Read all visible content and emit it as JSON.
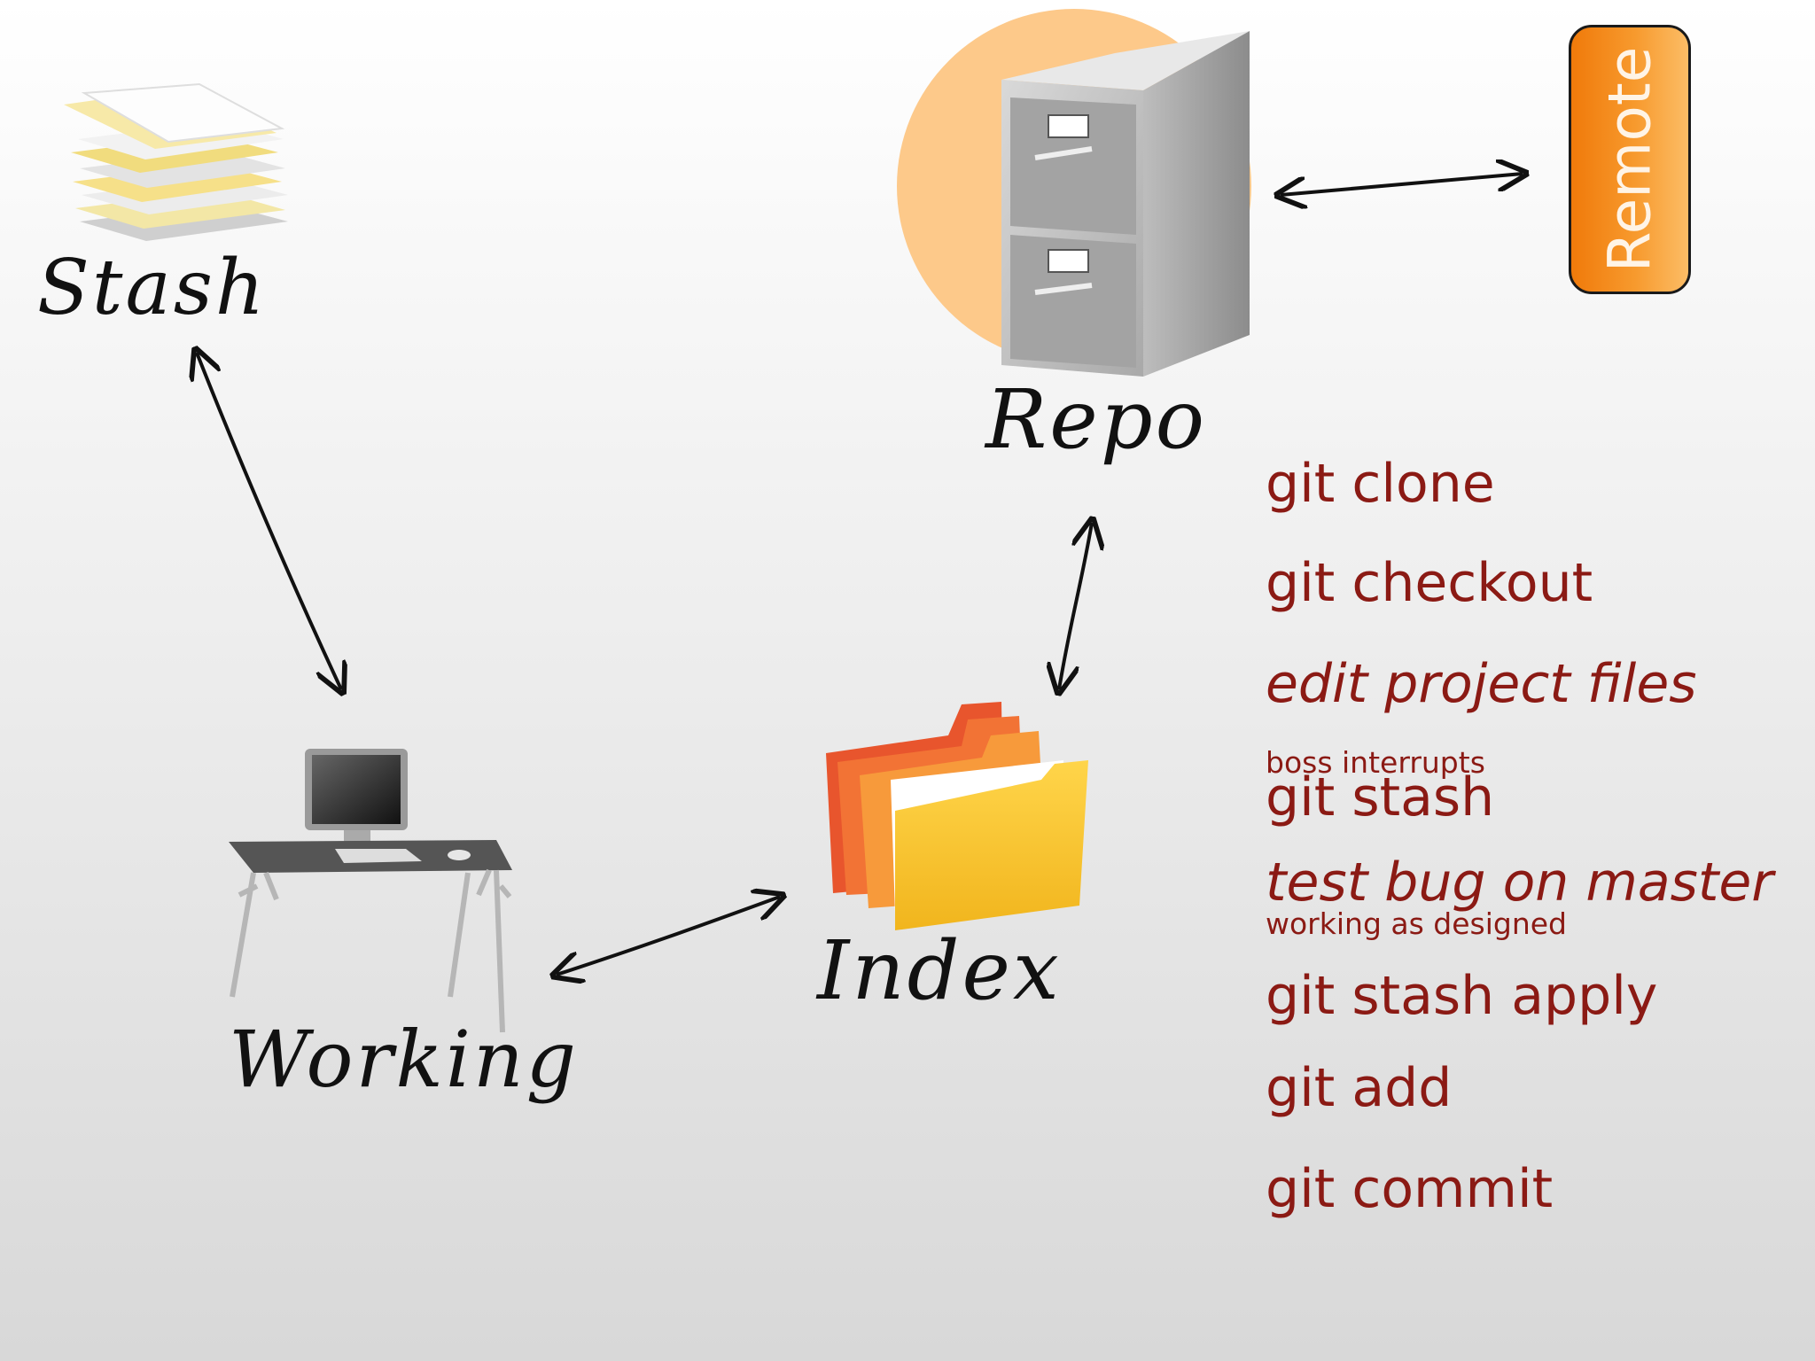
{
  "nodes": {
    "stash": "Stash",
    "repo": "Repo",
    "working": "Working",
    "index": "Index",
    "remote": "Remote"
  },
  "commands": [
    {
      "text": "git clone",
      "italic": false
    },
    {
      "text": "git checkout",
      "italic": false
    },
    {
      "text": "edit project files",
      "italic": true
    },
    {
      "text": "git stash",
      "italic": false,
      "note": "boss interrupts"
    },
    {
      "text": "test bug on master",
      "italic": true,
      "note": "working as designed"
    },
    {
      "text": "git stash apply",
      "italic": false
    },
    {
      "text": "git add",
      "italic": false
    },
    {
      "text": "git commit",
      "italic": false
    }
  ],
  "colors": {
    "command_text": "#8b1a14",
    "remote_fill": "#f5901e",
    "repo_halo": "#fdc98a",
    "arrow": "#111111"
  },
  "icons": {
    "stash": "paper-stack-icon",
    "repo": "filing-cabinet-icon",
    "working": "desk-computer-icon",
    "index": "folders-icon"
  }
}
